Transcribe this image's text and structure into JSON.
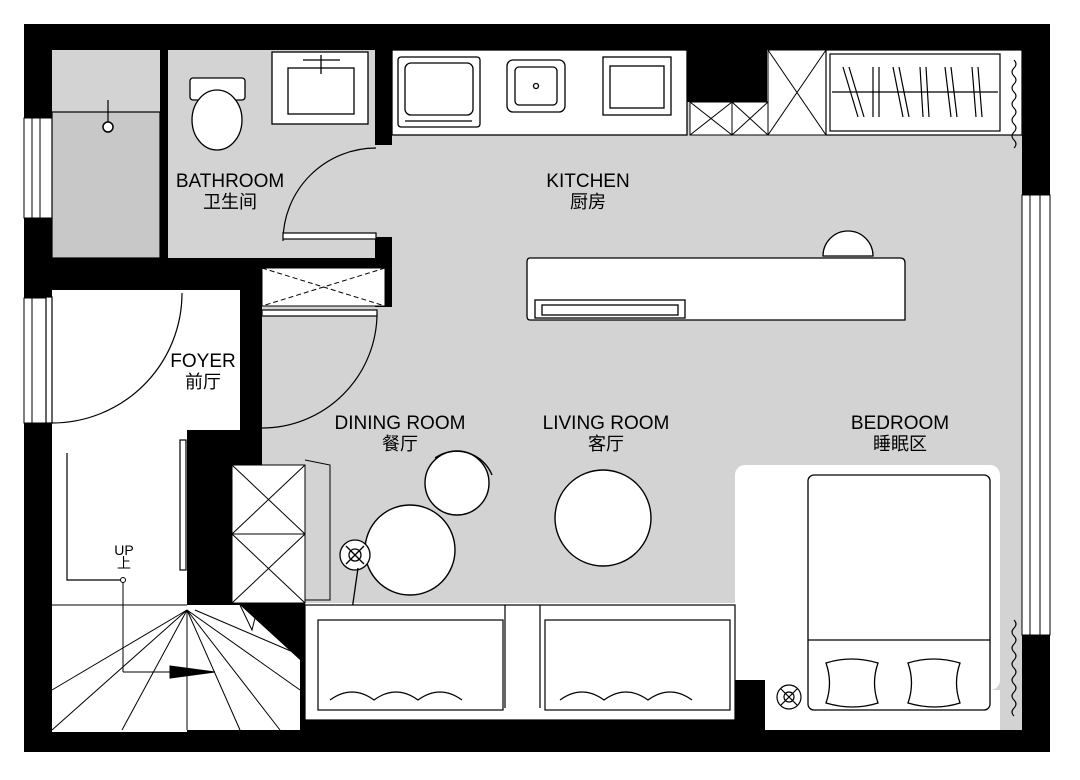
{
  "rooms": {
    "bathroom": {
      "en": "BATHROOM",
      "zh": "卫生间"
    },
    "kitchen": {
      "en": "KITCHEN",
      "zh": "厨房"
    },
    "foyer": {
      "en": "FOYER",
      "zh": "前厅"
    },
    "dining": {
      "en": "DINING ROOM",
      "zh": "餐厅"
    },
    "living": {
      "en": "LIVING ROOM",
      "zh": "客厅"
    },
    "bedroom": {
      "en": "BEDROOM",
      "zh": "睡眠区"
    }
  },
  "stairs": {
    "en": "UP",
    "zh": "上"
  },
  "colors": {
    "floor": "#d3d3d3",
    "wall": "#000000",
    "line": "#000000",
    "fixture": "#ffffff"
  }
}
